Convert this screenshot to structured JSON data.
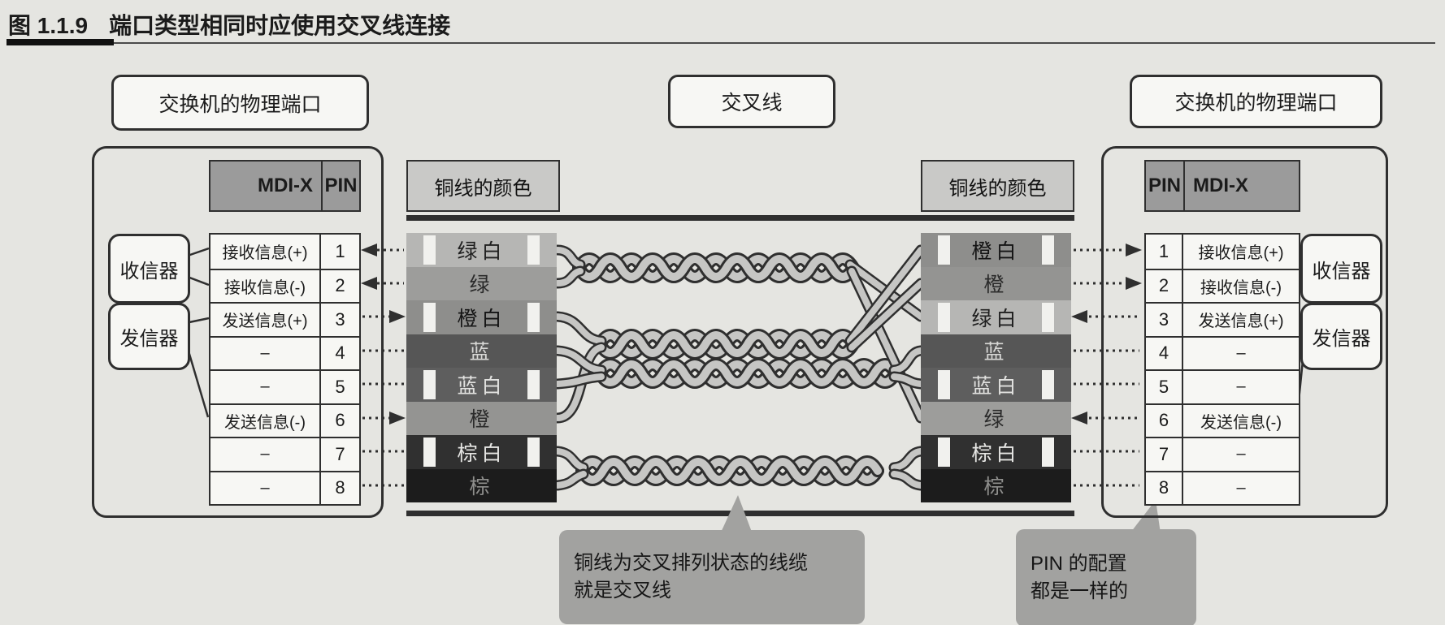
{
  "title": {
    "figure_label": "图 1.1.9",
    "text": "端口类型相同时应使用交叉线连接"
  },
  "cable": {
    "label": "交叉线",
    "left_colors_title": "铜线的颜色",
    "right_colors_title": "铜线的颜色",
    "left_wires": [
      {
        "label": "绿白",
        "fill": "#b6b6b4",
        "text_color": "#1f1f1f"
      },
      {
        "label": "绿",
        "fill": "#9d9d9b",
        "text_color": "#2a2a2a"
      },
      {
        "label": "橙白",
        "fill": "#8e8e8c",
        "text_color": "#141414"
      },
      {
        "label": "蓝",
        "fill": "#565656",
        "text_color": "#d8d8d6"
      },
      {
        "label": "蓝白",
        "fill": "#5e5e5e",
        "text_color": "#e2e2e0"
      },
      {
        "label": "橙",
        "fill": "#949492",
        "text_color": "#2a2a2a"
      },
      {
        "label": "棕白",
        "fill": "#303030",
        "text_color": "#e6e6e4"
      },
      {
        "label": "棕",
        "fill": "#1c1c1c",
        "text_color": "#8f8f8d"
      }
    ],
    "right_wires": [
      {
        "label": "橙白",
        "fill": "#8e8e8c",
        "text_color": "#141414"
      },
      {
        "label": "橙",
        "fill": "#949492",
        "text_color": "#2a2a2a"
      },
      {
        "label": "绿白",
        "fill": "#b6b6b4",
        "text_color": "#1f1f1f"
      },
      {
        "label": "蓝",
        "fill": "#565656",
        "text_color": "#d8d8d6"
      },
      {
        "label": "蓝白",
        "fill": "#5e5e5e",
        "text_color": "#e2e2e0"
      },
      {
        "label": "绿",
        "fill": "#9d9d9b",
        "text_color": "#2a2a2a"
      },
      {
        "label": "棕白",
        "fill": "#303030",
        "text_color": "#e6e6e4"
      },
      {
        "label": "棕",
        "fill": "#1c1c1c",
        "text_color": "#8f8f8d"
      }
    ]
  },
  "left_panel": {
    "header_label": "交换机的物理端口",
    "receiver_label": "收信器",
    "transmitter_label": "发信器",
    "table": {
      "col_signal": "MDI-X",
      "col_pin": "PIN",
      "rows": [
        {
          "signal": "接收信息(+)",
          "pin": "1"
        },
        {
          "signal": "接收信息(-)",
          "pin": "2"
        },
        {
          "signal": "发送信息(+)",
          "pin": "3"
        },
        {
          "signal": "–",
          "pin": "4"
        },
        {
          "signal": "–",
          "pin": "5"
        },
        {
          "signal": "发送信息(-)",
          "pin": "6"
        },
        {
          "signal": "–",
          "pin": "7"
        },
        {
          "signal": "–",
          "pin": "8"
        }
      ]
    }
  },
  "right_panel": {
    "header_label": "交换机的物理端口",
    "receiver_label": "收信器",
    "transmitter_label": "发信器",
    "table": {
      "col_pin": "PIN",
      "col_signal": "MDI-X",
      "rows": [
        {
          "pin": "1",
          "signal": "接收信息(+)"
        },
        {
          "pin": "2",
          "signal": "接收信息(-)"
        },
        {
          "pin": "3",
          "signal": "发送信息(+)"
        },
        {
          "pin": "4",
          "signal": "–"
        },
        {
          "pin": "5",
          "signal": "–"
        },
        {
          "pin": "6",
          "signal": "发送信息(-)"
        },
        {
          "pin": "7",
          "signal": "–"
        },
        {
          "pin": "8",
          "signal": "–"
        }
      ]
    }
  },
  "callouts": {
    "middle": {
      "line1": "铜线为交叉排列状态的线缆",
      "line2": "就是交叉线"
    },
    "right": {
      "line1": "PIN 的配置",
      "line2": "都是一样的"
    }
  },
  "colors": {
    "rope_fill": "#c6c6c4",
    "rope_outline": "#2f2f2f",
    "callout_fill": "#a2a2a0",
    "header_fill": "#9b9b9b"
  }
}
